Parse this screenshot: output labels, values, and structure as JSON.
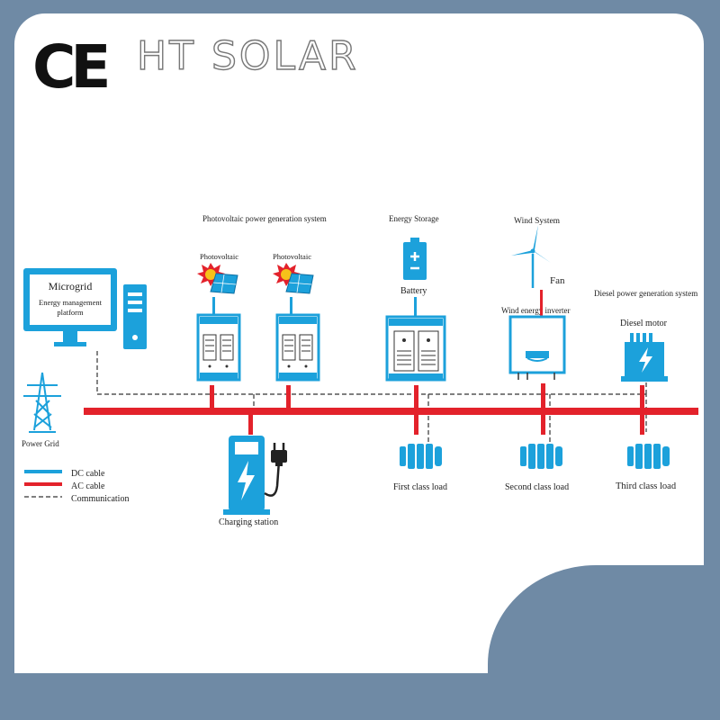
{
  "brand": {
    "ce_mark": "CE",
    "name": "HT SOLAR"
  },
  "sections": {
    "pv_system": "Photovoltaic power generation system",
    "energy_storage": "Energy Storage",
    "wind_system": "Wind System",
    "diesel_system": "Diesel power generation system"
  },
  "components": {
    "pv_left": "Photovoltaic",
    "pv_right": "Photovoltaic",
    "battery": "Battery",
    "fan": "Fan",
    "wind_inverter": "Wind energy inverter",
    "diesel_motor": "Diesel motor",
    "ems_title": "Microgrid",
    "ems_line1": "Energy management",
    "ems_line2": "platform",
    "power_grid": "Power Grid",
    "charging_station": "Charging station",
    "first_load": "First class load",
    "second_load": "Second class load",
    "third_load": "Third class load"
  },
  "legend": {
    "dc": "DC cable",
    "ac": "AC cable",
    "comm": "Communication"
  },
  "colors": {
    "dc_cable": "#1ca1db",
    "ac_cable": "#e3222b",
    "frame": "#6f8aa5",
    "accent_blue": "#1ca1db"
  }
}
